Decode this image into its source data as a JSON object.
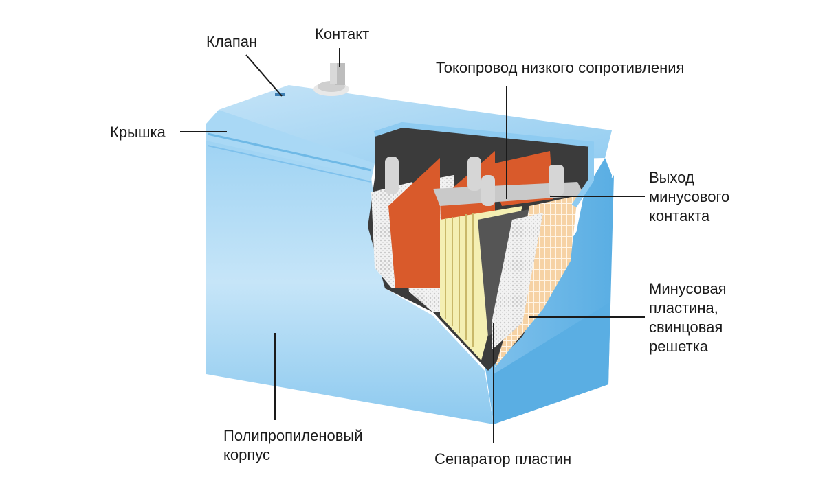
{
  "labels": {
    "valve": "Клапан",
    "terminal": "Контакт",
    "low_resistance_conductor": "Токопровод низкого сопротивления",
    "lid": "Крышка",
    "negative_terminal_outlet": [
      "Выход",
      "минусового",
      "контакта"
    ],
    "negative_plate": [
      "Минусовая",
      "пластина,",
      "свинцовая",
      "решетка"
    ],
    "polypropylene_case": [
      "Полипропиленовый",
      "корпус"
    ],
    "plate_separator": "Сепаратор пластин"
  },
  "colors": {
    "case_light": "#cde8f8",
    "case_mid": "#8ecbf1",
    "case_dark": "#5aaee3",
    "lid_top": "#b7dcf4",
    "interior_dark": "#3b3b3b",
    "positive_plate": "#d95a2b",
    "separator_white": "#ececec",
    "grid_peach": "#f6d2a4",
    "plate_yellow": "#f4efb3",
    "metal": "#c9c9c9"
  }
}
